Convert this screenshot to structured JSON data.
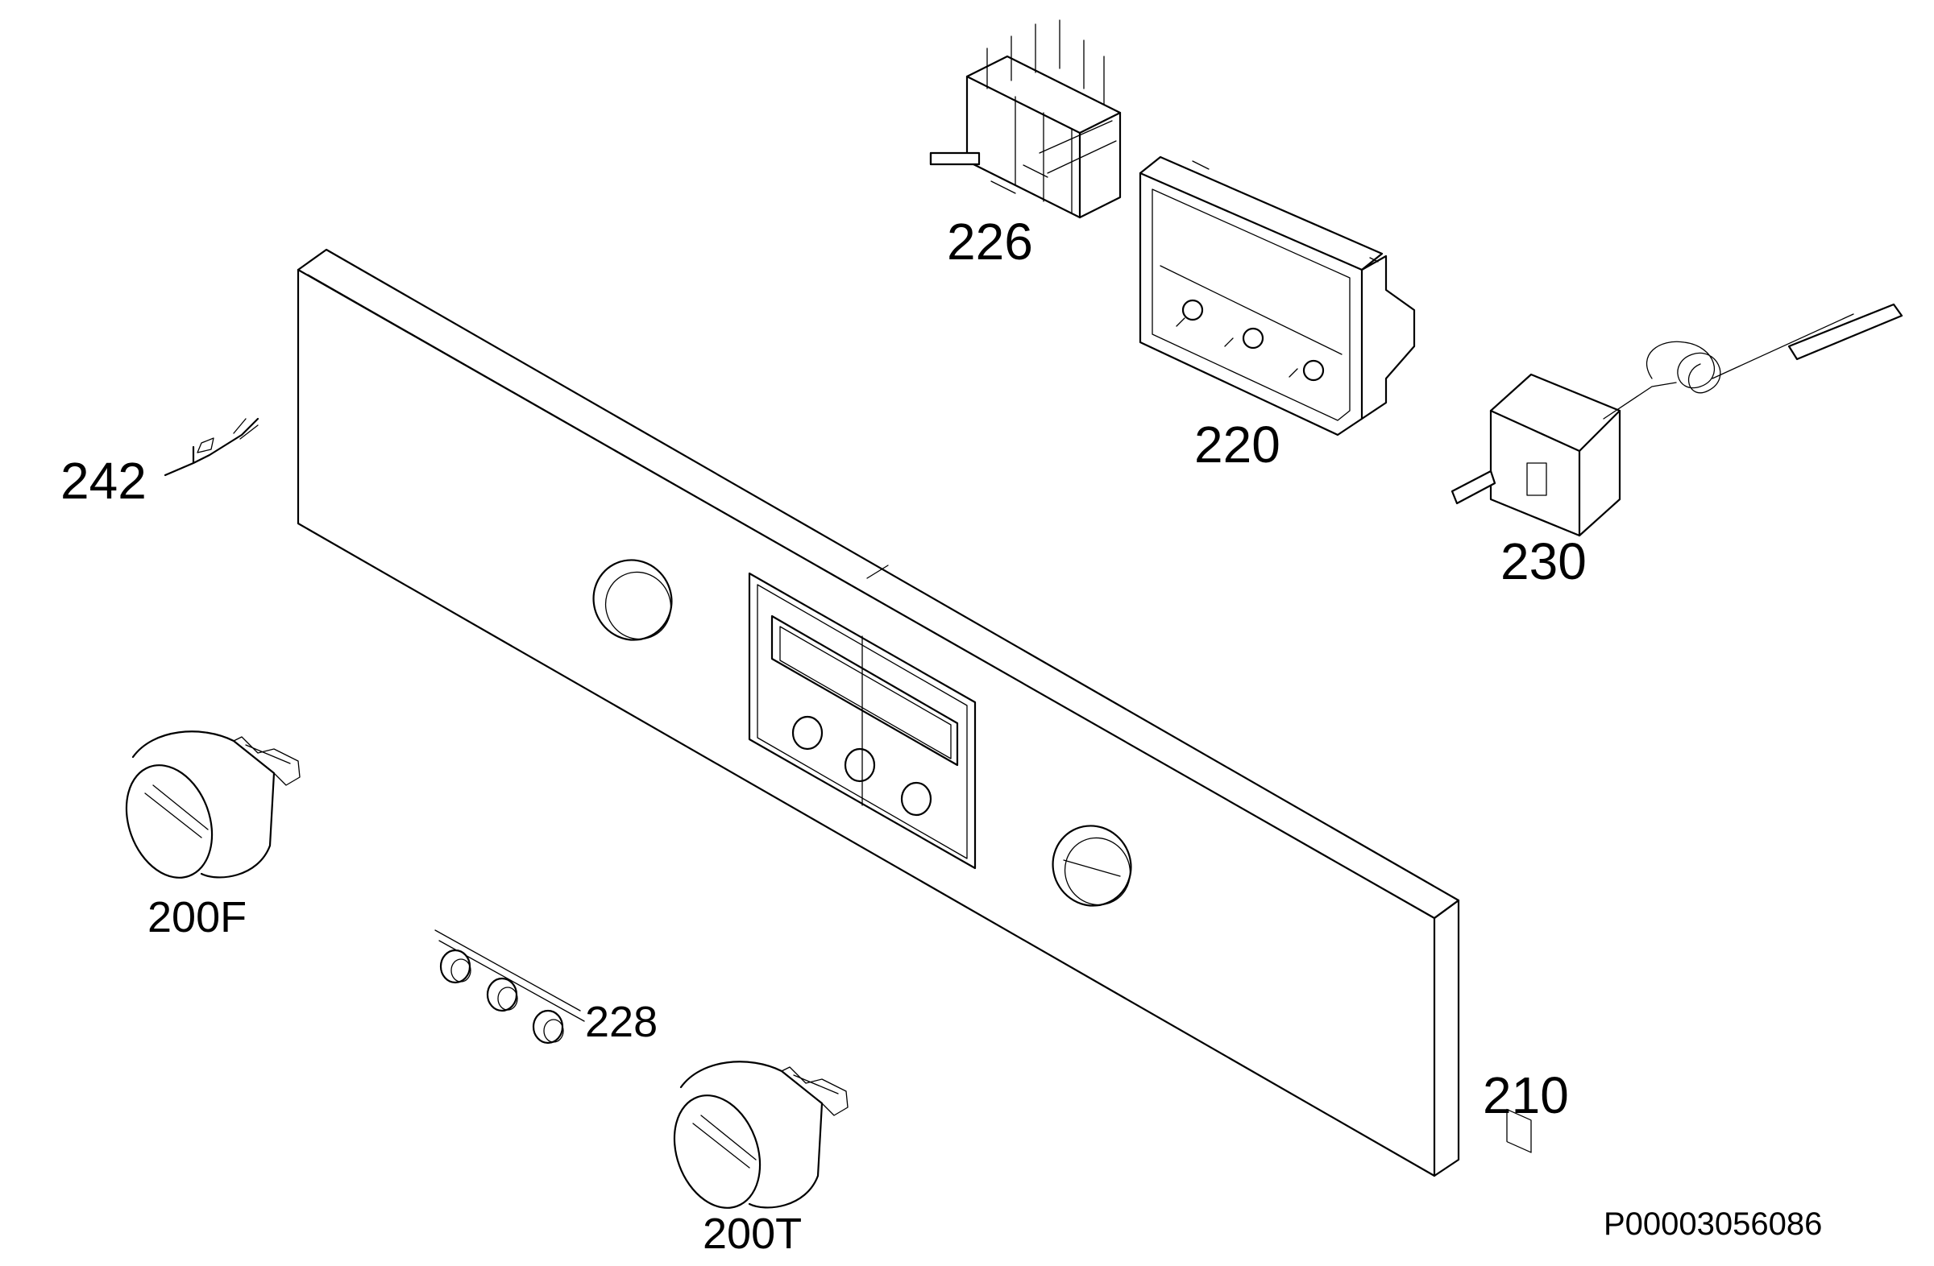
{
  "parts": [
    {
      "id": "226",
      "label": "226"
    },
    {
      "id": "220",
      "label": "220"
    },
    {
      "id": "230",
      "label": "230"
    },
    {
      "id": "242",
      "label": "242"
    },
    {
      "id": "200F",
      "label": "200F"
    },
    {
      "id": "228",
      "label": "228"
    },
    {
      "id": "200T",
      "label": "200T"
    },
    {
      "id": "210",
      "label": "210"
    }
  ],
  "document_id": "P00003056086"
}
